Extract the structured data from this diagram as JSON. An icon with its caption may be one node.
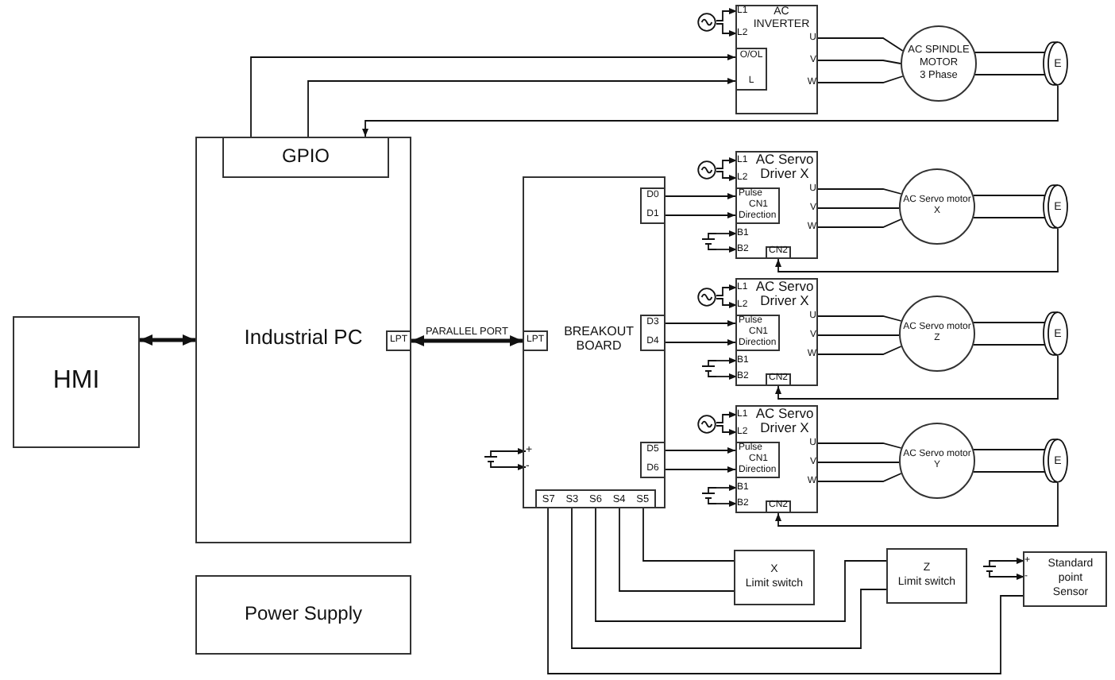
{
  "diagram": {
    "nodes": [
      {
        "text": [
          "HMI"
        ]
      },
      {
        "text": [
          "Industrial PC"
        ]
      },
      {
        "text": [
          "GPIO"
        ],
        "in": 1
      },
      {
        "text": [
          "LPT"
        ],
        "in": 1
      },
      {
        "text": [
          "Power Supply"
        ]
      },
      {
        "text": [
          "BREAKOUT BOARD"
        ]
      },
      {
        "text": [
          "LPT"
        ],
        "in": 5
      },
      {
        "text": [
          "+"
        ],
        "in": 5
      },
      {
        "text": [
          "-"
        ],
        "in": 5
      },
      {
        "text": [
          "D0",
          "D1"
        ],
        "in": 5
      },
      {
        "text": [
          "D3",
          "D4"
        ],
        "in": 5
      },
      {
        "text": [
          "D5",
          "D6"
        ],
        "in": 5
      },
      {
        "text": [
          "S7",
          "S3",
          "S6",
          "S4",
          "S5"
        ],
        "in": 5
      },
      {
        "text": [],
        "shape": "battery"
      },
      {
        "text": [],
        "shape": "circle"
      },
      {
        "text": [
          "AC INVERTER"
        ]
      },
      {
        "text": [
          "L1"
        ],
        "in": 15
      },
      {
        "text": [
          "L2"
        ],
        "in": 15
      },
      {
        "text": [
          "O/OL",
          "L"
        ],
        "in": 15
      },
      {
        "text": [
          "U"
        ],
        "in": 15
      },
      {
        "text": [
          "V"
        ],
        "in": 15
      },
      {
        "text": [
          "W"
        ],
        "in": 15
      },
      {
        "text": [
          "AC SPINDLE MOTOR",
          "3 Phase"
        ]
      },
      {
        "text": [
          "E"
        ]
      },
      {
        "text": [],
        "shape": "circle"
      },
      {
        "text": [
          "AC Servo Driver X"
        ]
      },
      {
        "text": [
          "L1"
        ],
        "in": 25
      },
      {
        "text": [
          "L2"
        ],
        "in": 25
      },
      {
        "text": [
          "Pulse",
          "CN1",
          "Direction"
        ],
        "in": 25
      },
      {
        "text": [
          "B1"
        ],
        "in": 25
      },
      {
        "text": [
          "B2"
        ],
        "in": 25
      },
      {
        "text": [
          "CN2"
        ],
        "in": 25
      },
      {
        "text": [
          "U"
        ],
        "in": 25
      },
      {
        "text": [
          "V"
        ],
        "in": 25
      },
      {
        "text": [
          "W"
        ],
        "in": 25
      },
      {
        "text": [],
        "shape": "battery"
      },
      {
        "text": [
          "AC Servo motor",
          "X"
        ]
      },
      {
        "text": [
          "E"
        ]
      },
      {
        "text": [],
        "shape": "circle"
      },
      {
        "text": [
          "AC Servo Driver X"
        ]
      },
      {
        "text": [
          "L1"
        ],
        "in": 39
      },
      {
        "text": [
          "L2"
        ],
        "in": 39
      },
      {
        "text": [
          "Pulse",
          "CN1",
          "Direction"
        ],
        "in": 39
      },
      {
        "text": [
          "B1"
        ],
        "in": 39
      },
      {
        "text": [
          "B2"
        ],
        "in": 39
      },
      {
        "text": [
          "CN2"
        ],
        "in": 39
      },
      {
        "text": [
          "U"
        ],
        "in": 39
      },
      {
        "text": [
          "V"
        ],
        "in": 39
      },
      {
        "text": [
          "W"
        ],
        "in": 39
      },
      {
        "text": [],
        "shape": "battery"
      },
      {
        "text": [
          "AC Servo motor",
          "Z"
        ]
      },
      {
        "text": [
          "E"
        ]
      },
      {
        "text": [],
        "shape": "circle"
      },
      {
        "text": [
          "AC Servo Driver X"
        ]
      },
      {
        "text": [
          "L1"
        ],
        "in": 53
      },
      {
        "text": [
          "L2"
        ],
        "in": 53
      },
      {
        "text": [
          "Pulse",
          "CN1",
          "Direction"
        ],
        "in": 53
      },
      {
        "text": [
          "B1"
        ],
        "in": 53
      },
      {
        "text": [
          "B2"
        ],
        "in": 53
      },
      {
        "text": [
          "CN2"
        ],
        "in": 53
      },
      {
        "text": [
          "U"
        ],
        "in": 53
      },
      {
        "text": [
          "V"
        ],
        "in": 53
      },
      {
        "text": [
          "W"
        ],
        "in": 53
      },
      {
        "text": [],
        "shape": "battery"
      },
      {
        "text": [
          "AC Servo motor",
          "Y"
        ]
      },
      {
        "text": [
          "E"
        ]
      },
      {
        "text": [
          "X",
          "Limit switch"
        ]
      },
      {
        "text": [
          "Z",
          "Limit switch"
        ]
      },
      {
        "text": [
          "Standard point Sensor"
        ]
      },
      {
        "text": [],
        "shape": "battery"
      },
      {
        "text": [
          "+"
        ],
        "in": 68
      },
      {
        "text": [
          "-"
        ],
        "in": 68
      }
    ],
    "edges": [
      {
        "from": 0,
        "to": 1,
        "arrow": "both",
        "style": "thick"
      },
      {
        "from": 3,
        "to": 6,
        "arrow": "both",
        "label": "PARALLEL PORT",
        "style": "thick"
      },
      {
        "from": 2,
        "to": 18,
        "arrow": "to"
      },
      {
        "from": 2,
        "to": 18,
        "arrow": "to"
      },
      {
        "from": 23,
        "to": 2,
        "arrow": "to"
      },
      {
        "from": 14,
        "to": 16,
        "arrow": "to"
      },
      {
        "from": 14,
        "to": 17,
        "arrow": "to"
      },
      {
        "from": 19,
        "to": 22,
        "arrow": "none"
      },
      {
        "from": 20,
        "to": 22,
        "arrow": "none"
      },
      {
        "from": 21,
        "to": 22,
        "arrow": "none"
      },
      {
        "from": 22,
        "to": 23,
        "arrow": "none"
      },
      {
        "from": 13,
        "to": 7,
        "arrow": "to"
      },
      {
        "from": 13,
        "to": 8,
        "arrow": "to"
      },
      {
        "from": 24,
        "to": 26,
        "arrow": "to"
      },
      {
        "from": 24,
        "to": 27,
        "arrow": "to"
      },
      {
        "from": 9,
        "to": 28,
        "arrow": "to"
      },
      {
        "from": 9,
        "to": 28,
        "arrow": "to"
      },
      {
        "from": 35,
        "to": 29,
        "arrow": "to"
      },
      {
        "from": 35,
        "to": 30,
        "arrow": "to"
      },
      {
        "from": 32,
        "to": 36,
        "arrow": "none"
      },
      {
        "from": 33,
        "to": 36,
        "arrow": "none"
      },
      {
        "from": 34,
        "to": 36,
        "arrow": "none"
      },
      {
        "from": 36,
        "to": 37,
        "arrow": "none"
      },
      {
        "from": 37,
        "to": 31,
        "arrow": "to"
      },
      {
        "from": 38,
        "to": 40,
        "arrow": "to"
      },
      {
        "from": 38,
        "to": 41,
        "arrow": "to"
      },
      {
        "from": 10,
        "to": 42,
        "arrow": "to"
      },
      {
        "from": 10,
        "to": 42,
        "arrow": "to"
      },
      {
        "from": 49,
        "to": 43,
        "arrow": "to"
      },
      {
        "from": 49,
        "to": 44,
        "arrow": "to"
      },
      {
        "from": 46,
        "to": 50,
        "arrow": "none"
      },
      {
        "from": 47,
        "to": 50,
        "arrow": "none"
      },
      {
        "from": 48,
        "to": 50,
        "arrow": "none"
      },
      {
        "from": 50,
        "to": 51,
        "arrow": "none"
      },
      {
        "from": 51,
        "to": 45,
        "arrow": "to"
      },
      {
        "from": 52,
        "to": 54,
        "arrow": "to"
      },
      {
        "from": 52,
        "to": 55,
        "arrow": "to"
      },
      {
        "from": 11,
        "to": 56,
        "arrow": "to"
      },
      {
        "from": 11,
        "to": 56,
        "arrow": "to"
      },
      {
        "from": 63,
        "to": 57,
        "arrow": "to"
      },
      {
        "from": 63,
        "to": 58,
        "arrow": "to"
      },
      {
        "from": 60,
        "to": 64,
        "arrow": "none"
      },
      {
        "from": 61,
        "to": 64,
        "arrow": "none"
      },
      {
        "from": 62,
        "to": 64,
        "arrow": "none"
      },
      {
        "from": 64,
        "to": 65,
        "arrow": "none"
      },
      {
        "from": 65,
        "to": 59,
        "arrow": "to"
      },
      {
        "from": 12,
        "to": 66,
        "arrow": "none"
      },
      {
        "from": 12,
        "to": 66,
        "arrow": "none"
      },
      {
        "from": 12,
        "to": 67,
        "arrow": "none"
      },
      {
        "from": 12,
        "to": 67,
        "arrow": "none"
      },
      {
        "from": 12,
        "to": 68,
        "arrow": "none"
      },
      {
        "from": 69,
        "to": 70,
        "arrow": "to"
      },
      {
        "from": 69,
        "to": 71,
        "arrow": "to"
      }
    ]
  }
}
